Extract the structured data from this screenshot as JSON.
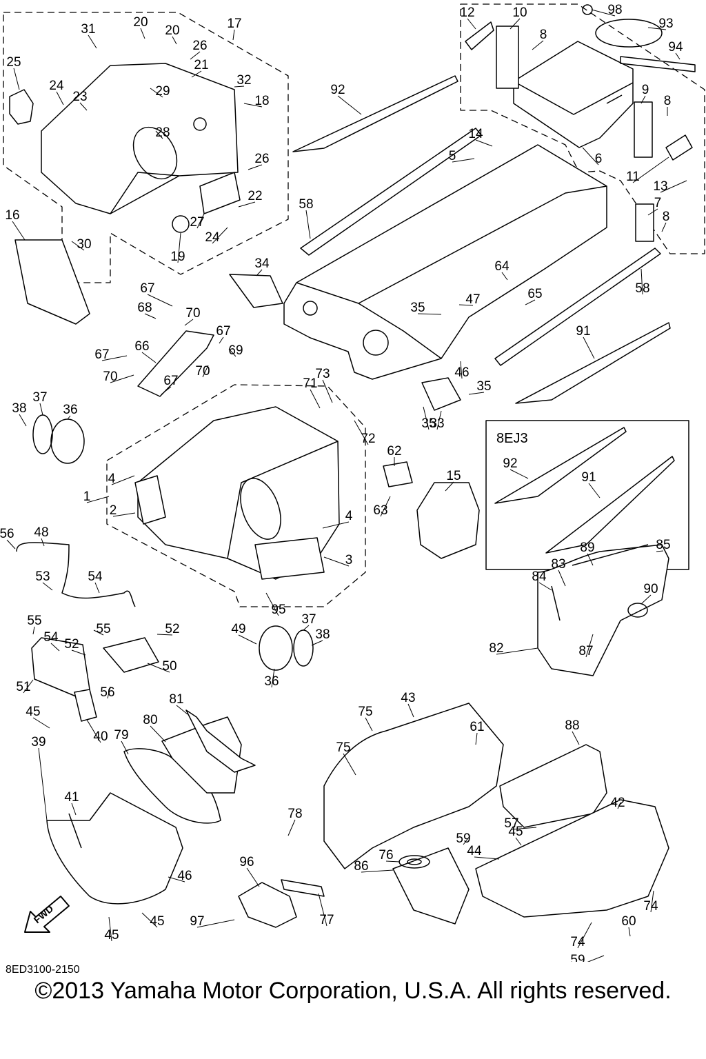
{
  "diagram": {
    "figure_code": "8ED3100-2150",
    "copyright": "©2013 Yamaha Motor Corporation, U.S.A. All rights reserved.",
    "variant_label": "8EJ3",
    "fwd_label": "FWD",
    "callouts": [
      "1",
      "2",
      "3",
      "4",
      "5",
      "6",
      "7",
      "8",
      "9",
      "10",
      "11",
      "12",
      "13",
      "14",
      "15",
      "16",
      "17",
      "18",
      "19",
      "20",
      "21",
      "22",
      "23",
      "24",
      "25",
      "26",
      "27",
      "28",
      "29",
      "30",
      "31",
      "32",
      "33",
      "34",
      "35",
      "36",
      "37",
      "38",
      "39",
      "40",
      "41",
      "42",
      "43",
      "44",
      "45",
      "46",
      "47",
      "48",
      "49",
      "50",
      "51",
      "52",
      "53",
      "54",
      "55",
      "56",
      "57",
      "58",
      "59",
      "60",
      "61",
      "62",
      "63",
      "64",
      "65",
      "66",
      "67",
      "68",
      "69",
      "70",
      "71",
      "72",
      "73",
      "74",
      "75",
      "76",
      "77",
      "78",
      "79",
      "80",
      "81",
      "82",
      "83",
      "84",
      "85",
      "86",
      "87",
      "88",
      "89",
      "90",
      "91",
      "92",
      "93",
      "94",
      "95",
      "96",
      "97",
      "98"
    ],
    "line_color": "#000000",
    "paper_color": "#ffffff"
  }
}
